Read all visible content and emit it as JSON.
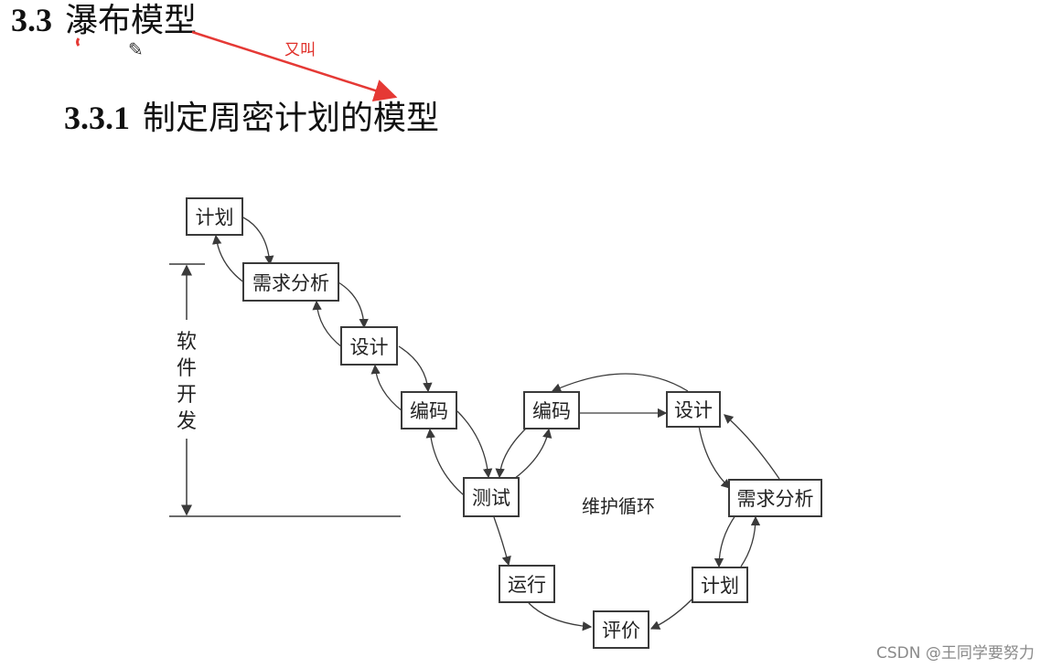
{
  "heading": {
    "number": "3.3",
    "text": "瀑布模型"
  },
  "subheading": {
    "number": "3.3.1",
    "text": "制定周密计划的模型"
  },
  "annotation": {
    "text": "又叫",
    "color": "#e0302a"
  },
  "diagram": {
    "dev_stages": [
      "计划",
      "需求分析",
      "设计",
      "编码",
      "测试"
    ],
    "dev_span_label": "软件开发",
    "cycle_label": "维护循环",
    "cycle_stages": [
      "编码",
      "设计",
      "需求分析",
      "计划",
      "评价",
      "运行"
    ]
  },
  "watermark": "CSDN @王同学要努力",
  "icons": {
    "pencil": "pencil-icon"
  }
}
